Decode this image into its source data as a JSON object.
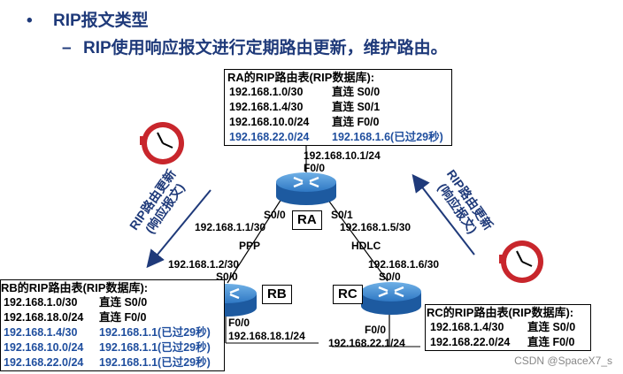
{
  "heading": {
    "bullet": "•",
    "title": "RIP报文类型",
    "dash": "–",
    "subtitle": "RIP使用响应报文进行定期路由更新，维护路由。"
  },
  "ra_table": {
    "title": "RA的RIP路由表(RIP数据库):",
    "rows": [
      {
        "net": "192.168.1.0/30",
        "next": "直连  S0/0",
        "learned": false
      },
      {
        "net": "192.168.1.4/30",
        "next": "直连  S0/1",
        "learned": false
      },
      {
        "net": "192.168.10.0/24",
        "next": "直连  F0/0",
        "learned": false
      },
      {
        "net": "192.168.22.0/24",
        "next": "192.168.1.6(已过29秒)",
        "learned": true
      }
    ]
  },
  "rb_table": {
    "title": "RB的RIP路由表(RIP数据库):",
    "rows": [
      {
        "net": "192.168.1.0/30",
        "next": "直连  S0/0",
        "learned": false
      },
      {
        "net": "192.168.18.0/24",
        "next": "直连  F0/0",
        "learned": false
      },
      {
        "net": "192.168.1.4/30",
        "next": "192.168.1.1(已过29秒)",
        "learned": true
      },
      {
        "net": "192.168.10.0/24",
        "next": "192.168.1.1(已过29秒)",
        "learned": true
      },
      {
        "net": "192.168.22.0/24",
        "next": "192.168.1.1(已过29秒)",
        "learned": true
      }
    ]
  },
  "rc_table": {
    "title": "RC的RIP路由表(RIP数据库):",
    "rows": [
      {
        "net": "192.168.1.4/30",
        "next": "直连  S0/0",
        "learned": false
      },
      {
        "net": "192.168.22.0/24",
        "next": "直连  F0/0",
        "learned": false
      }
    ]
  },
  "routers": {
    "ra": "RA",
    "rb": "RB",
    "rc": "RC"
  },
  "labels": {
    "ra_f0_ip": "192.168.10.1/24",
    "ra_f0": "F0/0",
    "ra_s00": "S0/0",
    "ra_s00_ip": "192.168.1.1/30",
    "ra_s01": "S0/1",
    "ra_s01_ip": "192.168.1.5/30",
    "ppp": "PPP",
    "hdlc": "HDLC",
    "rb_s00_ip": "192.168.1.2/30",
    "rb_s00": "S0/0",
    "rb_f0": "F0/0",
    "rb_f0_ip": "192.168.18.1/24",
    "rc_s00_ip": "192.168.1.6/30",
    "rc_s00": "S0/0",
    "rc_f0": "F0/0",
    "rc_f0_ip": "192.168.22.1/24"
  },
  "update_left": {
    "line1": "RIP路由更新",
    "line2": "(响应报文)"
  },
  "update_right": {
    "line1": "RIP路由更新",
    "line2": "(响应报文)"
  },
  "watermark": "CSDN @SpaceX7_s",
  "colors": {
    "heading": "#1f3a7a",
    "learned_route": "#1f4e9e",
    "router_body": "#2f78c4",
    "clock_red": "#c8262c"
  }
}
